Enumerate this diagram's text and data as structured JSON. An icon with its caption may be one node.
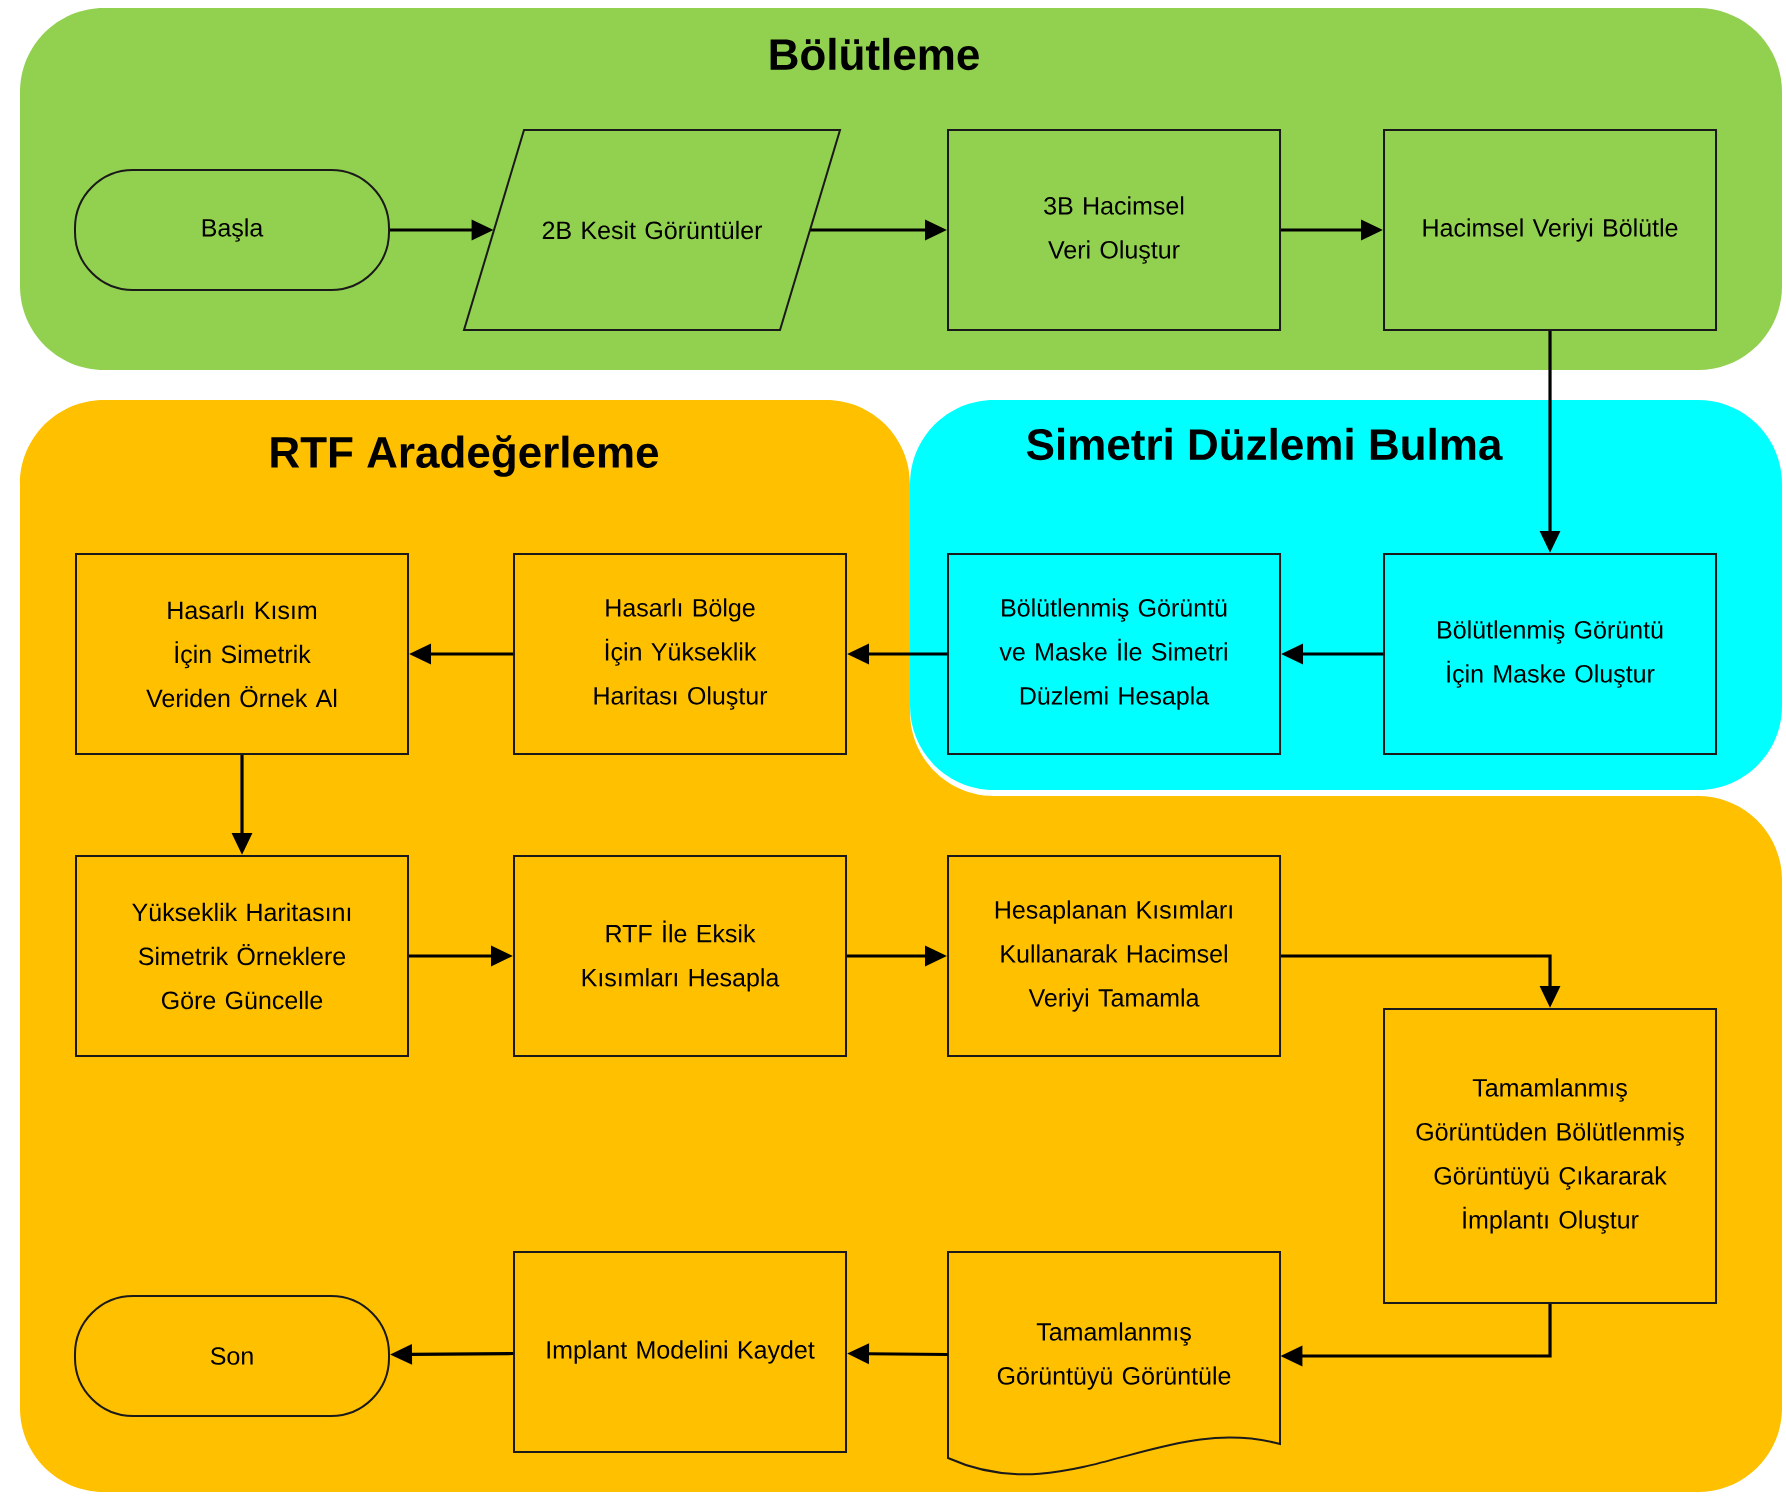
{
  "diagram": {
    "nodes": [
      {
        "text": [
          "Bölütleme"
        ]
      },
      {
        "text": [
          "Başla"
        ],
        "in": 0
      },
      {
        "text": [
          "2B Kesit Görüntüler"
        ],
        "in": 0
      },
      {
        "text": [
          "3B Hacimsel Veri Oluştur"
        ],
        "in": 0
      },
      {
        "text": [
          "Hacimsel Veriyi Bölütle"
        ],
        "in": 0
      },
      {
        "text": [
          "Simetri Düzlemi Bulma"
        ]
      },
      {
        "text": [
          "Bölütlenmiş Görüntü İçin Maske Oluştur"
        ],
        "in": 5
      },
      {
        "text": [
          "Bölütlenmiş Görüntü ve Maske İle Simetri Düzlemi Hesapla"
        ],
        "in": 5
      },
      {
        "text": [
          "RTF Aradeğerleme"
        ]
      },
      {
        "text": [
          "Hasarlı Bölge İçin Yükseklik Haritası Oluştur"
        ],
        "in": 8
      },
      {
        "text": [
          "Hasarlı Kısım İçin Simetrik Veriden Örnek Al"
        ],
        "in": 8
      },
      {
        "text": [
          "Yükseklik Haritasını Simetrik Örneklere Göre Güncelle"
        ],
        "in": 8
      },
      {
        "text": [
          "RTF İle Eksik Kısımları Hesapla"
        ],
        "in": 8
      },
      {
        "text": [
          "Hesaplanan Kısımları Kullanarak Hacimsel Veriyi Tamamla"
        ],
        "in": 8
      },
      {
        "text": [
          "Tamamlanmış Görüntüden Bölütlenmiş Görüntüyü Çıkararak İmplantı Oluştur"
        ],
        "in": 8
      },
      {
        "text": [
          "Tamamlanmış Görüntüyü Görüntüle"
        ],
        "in": 8
      },
      {
        "text": [
          "Implant Modelini Kaydet"
        ],
        "in": 8
      },
      {
        "text": [
          "Son"
        ],
        "in": 8
      }
    ],
    "edges": [
      {
        "from": 1,
        "to": 2,
        "arrow": "to"
      },
      {
        "from": 2,
        "to": 3,
        "arrow": "to"
      },
      {
        "from": 3,
        "to": 4,
        "arrow": "to"
      },
      {
        "from": 4,
        "to": 6,
        "arrow": "to"
      },
      {
        "from": 6,
        "to": 7,
        "arrow": "to"
      },
      {
        "from": 7,
        "to": 9,
        "arrow": "to"
      },
      {
        "from": 9,
        "to": 10,
        "arrow": "to"
      },
      {
        "from": 10,
        "to": 11,
        "arrow": "to"
      },
      {
        "from": 11,
        "to": 12,
        "arrow": "to"
      },
      {
        "from": 12,
        "to": 13,
        "arrow": "to"
      },
      {
        "from": 13,
        "to": 14,
        "arrow": "to"
      },
      {
        "from": 14,
        "to": 15,
        "arrow": "to"
      },
      {
        "from": 15,
        "to": 16,
        "arrow": "to"
      },
      {
        "from": 16,
        "to": 17,
        "arrow": "to"
      }
    ]
  }
}
